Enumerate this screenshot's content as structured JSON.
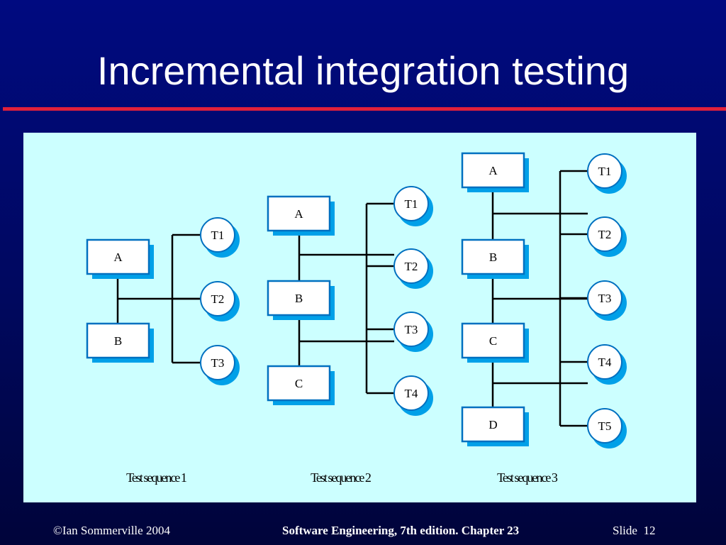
{
  "title": "Incremental integration testing",
  "diagram": {
    "sequences": [
      {
        "label": "Test sequence 1",
        "modules": [
          "A",
          "B"
        ],
        "tests": [
          "T1",
          "T2",
          "T3"
        ]
      },
      {
        "label": "Test sequence 2",
        "modules": [
          "A",
          "B",
          "C"
        ],
        "tests": [
          "T1",
          "T2",
          "T3",
          "T4"
        ]
      },
      {
        "label": "Test sequence 3",
        "modules": [
          "A",
          "B",
          "C",
          "D"
        ],
        "tests": [
          "T1",
          "T2",
          "T3",
          "T4",
          "T5"
        ]
      }
    ]
  },
  "footer": {
    "copyright": "©Ian Sommerville 2004",
    "book": "Software Engineering, 7th edition. Chapter 23",
    "slide": "Slide  12"
  },
  "colors": {
    "panel": "#ccffff",
    "shadow": "#00a0e8",
    "border": "#0070c0",
    "rule": "#e0203a"
  }
}
